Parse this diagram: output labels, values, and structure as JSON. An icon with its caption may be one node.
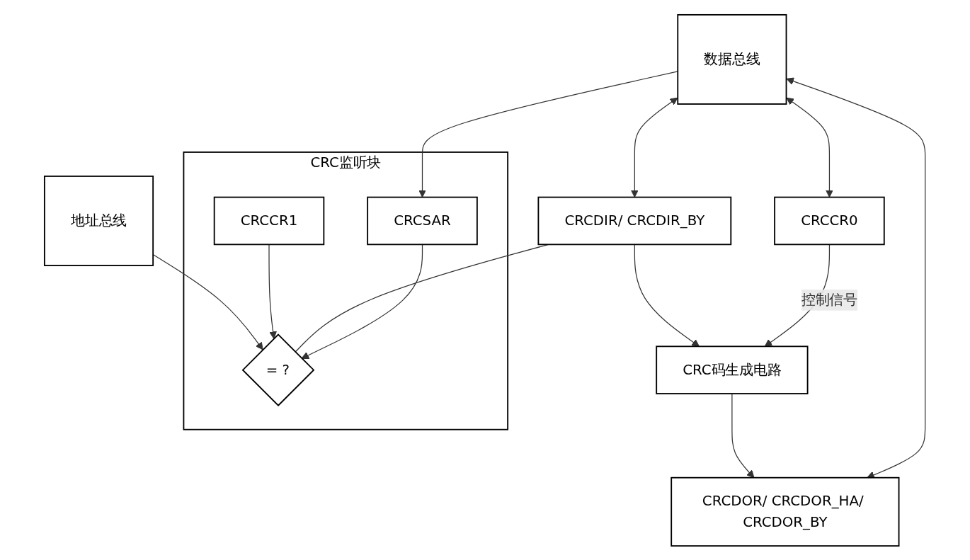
{
  "diagram": {
    "nodes": [
      {
        "text": [
          "数据总线"
        ]
      },
      {
        "text": [
          "CRCDOR/ CRCDOR_HA/ CRCDOR_BY"
        ]
      },
      {
        "text": [
          "CRCCR0"
        ]
      },
      {
        "text": [
          "CRC监听块"
        ]
      },
      {
        "text": [
          "CRCSAR"
        ],
        "in": 3
      },
      {
        "text": [
          "CRC码生成电路"
        ]
      },
      {
        "text": [
          "CRCDIR/ CRCDIR_BY"
        ]
      },
      {
        "text": [
          "= ?"
        ],
        "in": 3
      },
      {
        "text": [
          "CRCCR1"
        ],
        "in": 3
      },
      {
        "text": [
          "地址总线"
        ]
      }
    ],
    "edges": [
      {
        "from": 0,
        "to": 1,
        "arrow": "both"
      },
      {
        "from": 0,
        "to": 2,
        "arrow": "both"
      },
      {
        "from": 0,
        "to": 4,
        "arrow": "to"
      },
      {
        "from": 5,
        "to": 1,
        "arrow": "to"
      },
      {
        "from": 2,
        "to": 5,
        "arrow": "to",
        "label": "控制信号"
      },
      {
        "from": 6,
        "to": 5,
        "arrow": "to"
      },
      {
        "from": 0,
        "to": 6,
        "arrow": "both"
      },
      {
        "from": 4,
        "to": 7,
        "arrow": "to"
      },
      {
        "from": 6,
        "to": 7,
        "arrow": "none"
      },
      {
        "from": 8,
        "to": 7,
        "arrow": "to"
      },
      {
        "from": 9,
        "to": 7,
        "arrow": "to"
      }
    ]
  }
}
